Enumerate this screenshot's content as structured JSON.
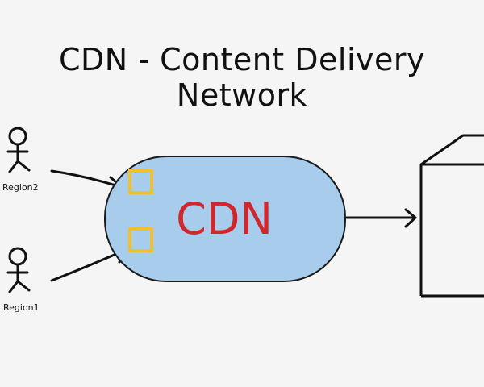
{
  "title": "CDN - Content Delivery Network",
  "cdn": {
    "label": "CDN",
    "fill_color": "#a7ccec",
    "label_color": "#d0262c",
    "cache_slot_color": "#f0c030"
  },
  "users": [
    {
      "label": "Region2"
    },
    {
      "label": "Region1"
    }
  ],
  "icons": {
    "user": "stick-figure-icon",
    "origin": "server-box-icon",
    "cache": "cache-slot-icon"
  }
}
